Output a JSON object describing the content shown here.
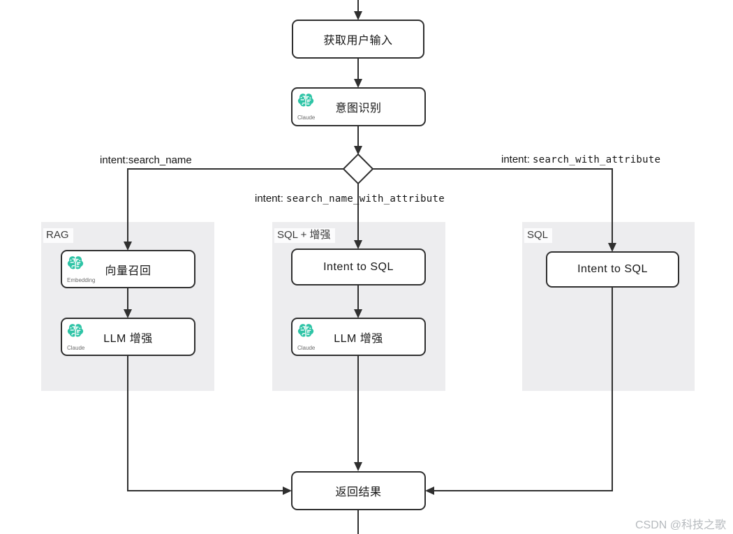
{
  "canvas": {
    "watermark": "CSDN @科技之歌"
  },
  "colors": {
    "accent_teal": "#2EC4A6",
    "region_bg": "#EDEDEF",
    "line": "#2F2F2F",
    "node_bg": "#FFFFFF",
    "watermark_gray": "#B6BABE"
  },
  "nodes": {
    "get_user_input": {
      "label": "获取用户输入"
    },
    "intent_recognition": {
      "label": "意图识别",
      "icon_caption": "Claude"
    },
    "vector_recall": {
      "label": "向量召回",
      "icon_caption": "Embedding"
    },
    "llm_enhance_rag": {
      "label": "LLM 增强",
      "icon_caption": "Claude"
    },
    "intent_to_sql_mid": {
      "label": "Intent to SQL"
    },
    "llm_enhance_mid": {
      "label": "LLM 增强",
      "icon_caption": "Claude"
    },
    "intent_to_sql_right": {
      "label": "Intent to SQL"
    },
    "return_result": {
      "label": "返回结果"
    }
  },
  "regions": {
    "rag": {
      "label": "RAG"
    },
    "sql_enhanced": {
      "label": "SQL + 增强"
    },
    "sql": {
      "label": "SQL"
    }
  },
  "edge_labels": {
    "left": {
      "prefix": "intent:",
      "value": "search_name"
    },
    "middle": {
      "prefix": "intent: ",
      "value": "search_name_with_attribute"
    },
    "right": {
      "prefix": "intent: ",
      "value": "search_with_attribute"
    }
  }
}
